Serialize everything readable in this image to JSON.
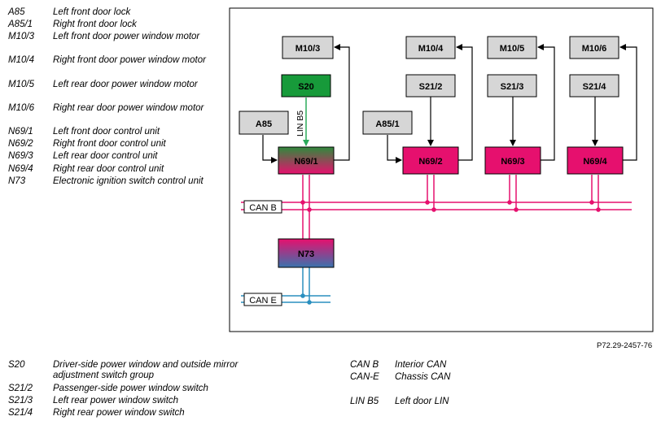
{
  "legend_top": [
    {
      "code": "A85",
      "desc": "Left front door lock"
    },
    {
      "code": "A85/1",
      "desc": "Right front door lock"
    },
    {
      "code": "M10/3",
      "desc": "Left front door power window motor"
    },
    {
      "code": "M10/4",
      "desc": "Right front door power window motor"
    },
    {
      "code": "M10/5",
      "desc": "Left rear door power window motor"
    },
    {
      "code": "M10/6",
      "desc": "Right rear door power window motor"
    },
    {
      "code": "N69/1",
      "desc": "Left front door control unit"
    },
    {
      "code": "N69/2",
      "desc": "Right front door control unit"
    },
    {
      "code": "N69/3",
      "desc": "Left rear door control unit"
    },
    {
      "code": "N69/4",
      "desc": "Right rear door control unit"
    },
    {
      "code": "N73",
      "desc": "Electronic ignition switch control unit"
    }
  ],
  "legend_bottom_left": [
    {
      "code": "S20",
      "desc": "Driver-side power window and outside mirror adjustment switch group"
    },
    {
      "code": "S21/2",
      "desc": "Passenger-side power window switch"
    },
    {
      "code": "S21/3",
      "desc": "Left rear power window switch"
    },
    {
      "code": "S21/4",
      "desc": "Right rear power window switch"
    }
  ],
  "legend_bottom_right": [
    {
      "code": "CAN B",
      "desc": "Interior CAN"
    },
    {
      "code": "CAN-E",
      "desc": "Chassis CAN"
    },
    {
      "code": "LIN B5",
      "desc": "Left door LIN"
    }
  ],
  "reference": "P72.29-2457-76",
  "diagram": {
    "boxes": {
      "m10_3": "M10/3",
      "m10_4": "M10/4",
      "m10_5": "M10/5",
      "m10_6": "M10/6",
      "s20": "S20",
      "s21_2": "S21/2",
      "s21_3": "S21/3",
      "s21_4": "S21/4",
      "a85": "A85",
      "a85_1": "A85/1",
      "n69_1": "N69/1",
      "n69_2": "N69/2",
      "n69_3": "N69/3",
      "n69_4": "N69/4",
      "n73": "N73"
    },
    "bus_labels": {
      "can_b": "CAN B",
      "can_e": "CAN E",
      "lin_b5": "LIN B5"
    },
    "colors": {
      "grey_box": "#d6d6d6",
      "s20_green": "#179a3a",
      "control_unit": "#e6106e",
      "n69_1_top": "#2f8a3c",
      "n73_bottom": "#3a73ad",
      "can_b_line": "#e6106e",
      "can_e_line": "#2a8fbf",
      "lin_line": "#2aaa5a"
    }
  }
}
